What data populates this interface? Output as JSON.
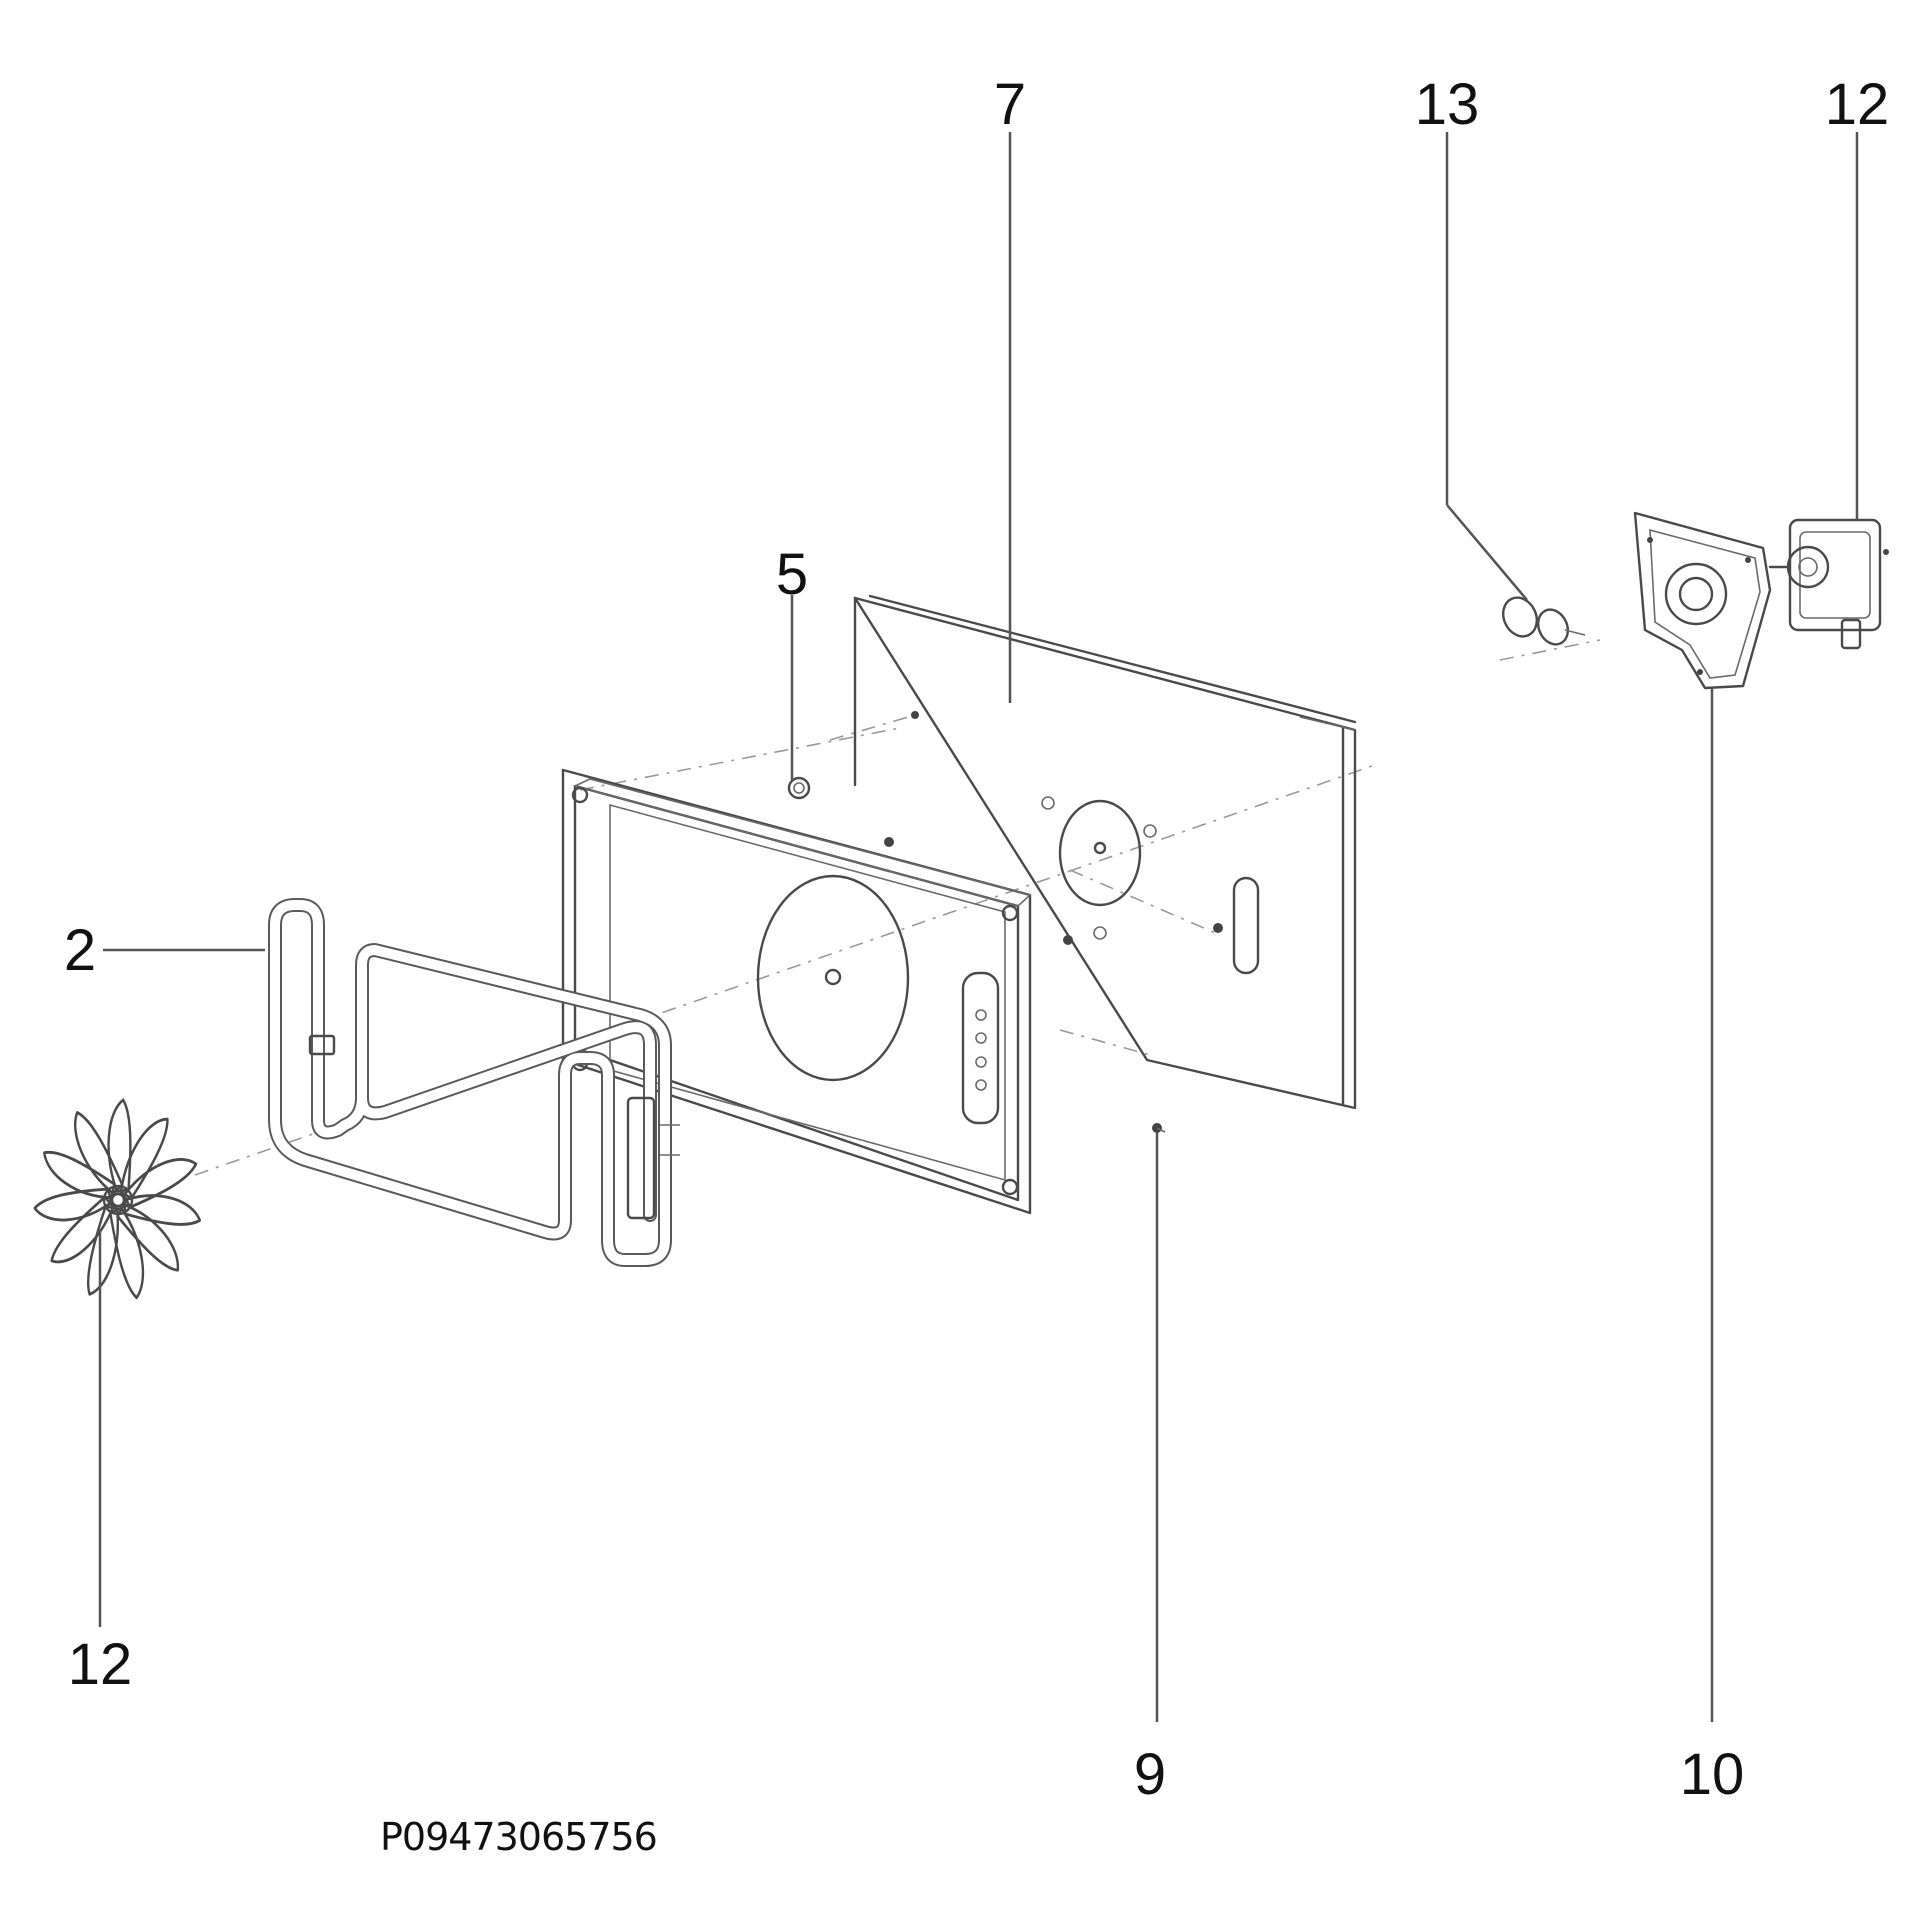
{
  "diagram": {
    "document_id": "P09473065756",
    "callouts": {
      "fan_blade": "12",
      "heating_element": "2",
      "nut": "5",
      "back_panel": "7",
      "screw": "9",
      "motor_bracket": "10",
      "fan_motor": "12",
      "thermostat": "13"
    }
  }
}
